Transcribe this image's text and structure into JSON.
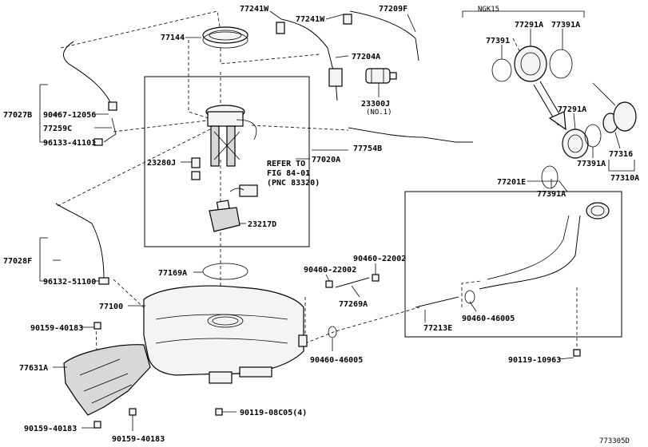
{
  "diagram": {
    "group_label": "NGK15",
    "figure_id": "773305D",
    "labels": {
      "p77241w_a": "77241W",
      "p77241w_b": "77241W",
      "p77209f": "77209F",
      "p77144": "77144",
      "p77204a": "77204A",
      "p23300j": "23300J",
      "p23300j_note": "(NO.1)",
      "p77027b": "77027B",
      "p90467": "90467-12056",
      "p77259c": "77259C",
      "p96133": "96133-41101",
      "p23280j": "23280J",
      "p77020a": "77020A",
      "p77754b": "77754B",
      "refer1": "REFER TO",
      "refer2": "FIG 84-01",
      "refer3": "(PNC 83320)",
      "p23217d": "23217D",
      "p77028f": "77028F",
      "p96132": "96132-51100",
      "p77169a": "77169A",
      "p77100": "77100",
      "p90159_a": "90159-40183",
      "p77631a": "77631A",
      "p90159_b": "90159-40183",
      "p90159_c": "90159-40183",
      "p90119_08c05": "90119-08C05(4)",
      "p90460_22002_a": "90460-22002",
      "p90460_22002_b": "90460-22002",
      "p77269a": "77269A",
      "p90460_46005_a": "90460-46005",
      "p90460_46005_b": "90460-46005",
      "p77213e": "77213E",
      "p77201e": "77201E",
      "p90119_10963": "90119-10963",
      "p77391_a": "77391",
      "p77291a_a": "77291A",
      "p77391a_a": "77391A",
      "p77291a_b": "77291A",
      "p77391a_b": "77391A",
      "p77316": "77316",
      "p77310a": "77310A",
      "p77391a_c": "77391A"
    }
  }
}
